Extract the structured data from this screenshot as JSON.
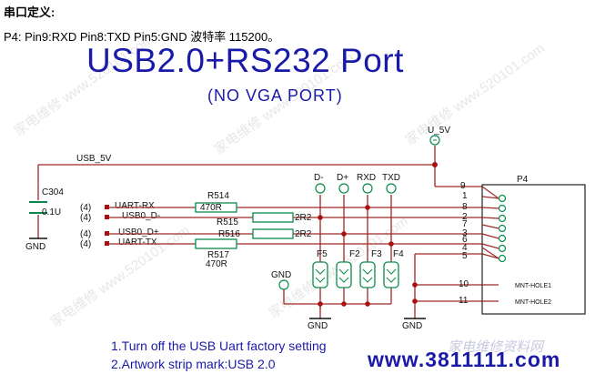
{
  "header": {
    "title": "串口定义:",
    "pins_line": "P4:  Pin9:RXD   Pin8:TXD    Pin5:GND     波特率 115200。"
  },
  "diagram": {
    "title": "USB2.0+RS232 Port",
    "subtitle": "(NO VGA PORT)",
    "power": {
      "u5v": "U_5V",
      "usb5v": "USB_5V"
    },
    "capacitor": {
      "ref": "C304",
      "value": "0.1U"
    },
    "grounds": {
      "gnd_left": "GND",
      "gnd_label": "GND",
      "gnd_bottom1": "GND",
      "gnd_bottom2": "GND"
    },
    "nets": [
      {
        "id": "uart-rx",
        "refnum": "(4)",
        "label": "UART-RX"
      },
      {
        "id": "usb0-dm",
        "refnum": "(4)",
        "label": "USB0_D-"
      },
      {
        "id": "usb0-dp",
        "refnum": "(4)",
        "label": "USB0_D+"
      },
      {
        "id": "uart-tx",
        "refnum": "(4)",
        "label": "UART-TX"
      }
    ],
    "resistors": {
      "r514": {
        "ref": "R514",
        "value": "470R"
      },
      "r515": {
        "ref": "R515",
        "value": "2R2"
      },
      "r516": {
        "ref": "R516",
        "value": "2R2"
      },
      "r517": {
        "ref": "R517",
        "value": "470R"
      }
    },
    "testpoints": [
      "D-",
      "D+",
      "RXD",
      "TXD"
    ],
    "ferrites": [
      "F5",
      "F2",
      "F3",
      "F4"
    ],
    "connector": {
      "ref": "P4",
      "pins": [
        "9",
        "1",
        "8",
        "2",
        "7",
        "3",
        "6",
        "4",
        "5",
        "10",
        "11"
      ],
      "mnt1": "MNT-HOLE1",
      "mnt2": "MNT-HOLE2"
    },
    "notes": [
      "1.Turn off the USB Uart factory setting",
      "2.Artwork strip mark:USB 2.0"
    ]
  },
  "watermark": {
    "cn": "家电维修资料网",
    "url": "www.3811111.com",
    "repeat": "家电维修 www.520101.com"
  },
  "colors": {
    "title": "#1a1aa8",
    "wire": "#a02828",
    "node": "#aa1010",
    "component": "#0a8a4a"
  }
}
